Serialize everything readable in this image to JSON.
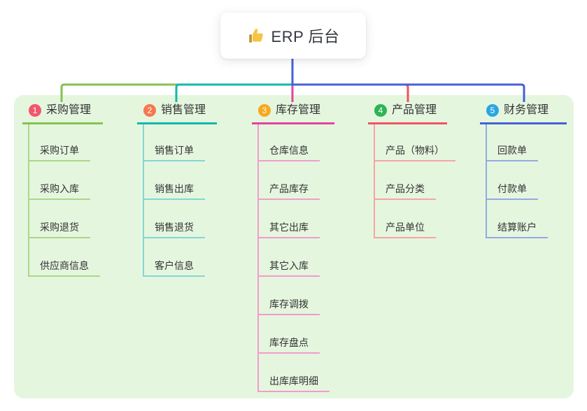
{
  "root": {
    "title": "ERP 后台",
    "icon": "thumbs-up-icon"
  },
  "canvas": {
    "page_bg": "#ffffff",
    "panel_bg": "#e5f6df",
    "text_color": "#333333"
  },
  "branches": [
    {
      "badge": "1",
      "label": "采购管理",
      "badge_color": "#f2566b",
      "line_color": "#86c24f",
      "child_line_color": "#abd789",
      "children": [
        "采购订单",
        "采购入库",
        "采购退货",
        "供应商信息"
      ]
    },
    {
      "badge": "2",
      "label": "销售管理",
      "badge_color": "#f6784e",
      "line_color": "#12b7ae",
      "child_line_color": "#82d7d1",
      "children": [
        "销售订单",
        "销售出库",
        "销售退货",
        "客户信息"
      ]
    },
    {
      "badge": "3",
      "label": "库存管理",
      "badge_color": "#f8a81d",
      "line_color": "#e2439d",
      "child_line_color": "#f19ccb",
      "children": [
        "仓库信息",
        "产品库存",
        "其它出库",
        "其它入库",
        "库存调拨",
        "库存盘点",
        "出库库明细"
      ]
    },
    {
      "badge": "4",
      "label": "产品管理",
      "badge_color": "#2eb454",
      "line_color": "#f25262",
      "child_line_color": "#f8a3a8",
      "children": [
        "产品（物料）",
        "产品分类",
        "产品单位"
      ]
    },
    {
      "badge": "5",
      "label": "财务管理",
      "badge_color": "#29a7e1",
      "line_color": "#4461d5",
      "child_line_color": "#95a9e2",
      "children": [
        "回款单",
        "付款单",
        "结算账户"
      ]
    }
  ]
}
